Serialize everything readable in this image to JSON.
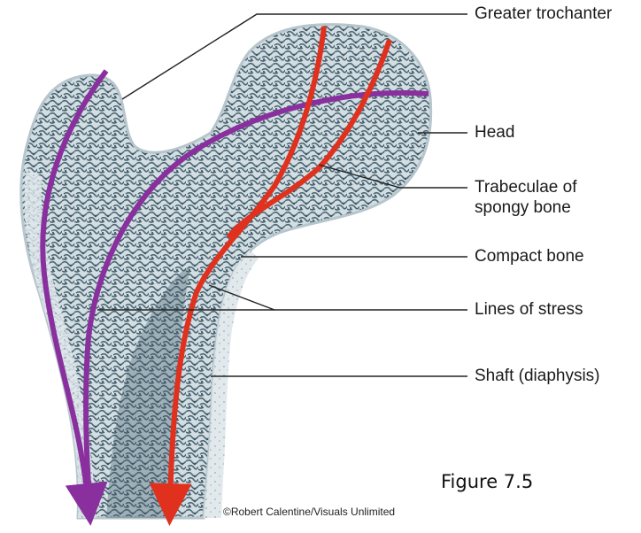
{
  "labels": {
    "greater_trochanter": "Greater trochanter",
    "head": "Head",
    "trabeculae_line1": "Trabeculae of",
    "trabeculae_line2": "spongy bone",
    "compact_bone": "Compact bone",
    "lines_of_stress": "Lines of stress",
    "shaft": "Shaft (diaphysis)"
  },
  "figure_number": "Figure 7.5",
  "credit": "©Robert Calentine/Visuals Unlimited",
  "colors": {
    "bone_light": "#c9d6dc",
    "bone_dark": "#3f5a68",
    "stress_line_purple": "#8a2f9e",
    "stress_line_red": "#e0301e",
    "leader_line": "#222222"
  }
}
